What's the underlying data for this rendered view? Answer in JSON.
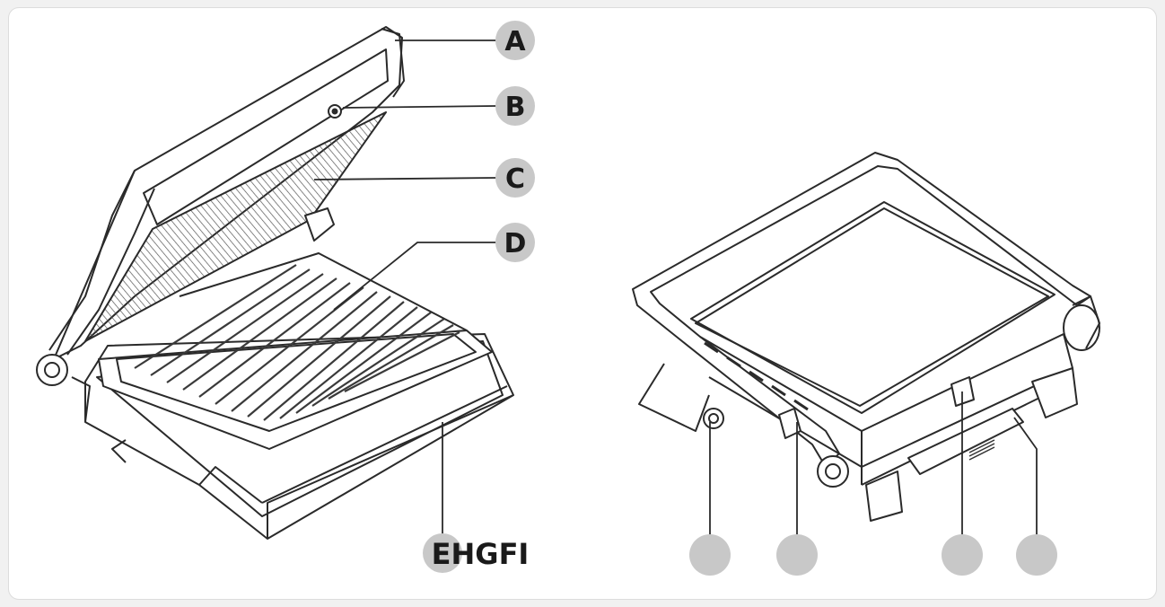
{
  "labels": {
    "a": "A",
    "b": "B",
    "c": "C",
    "d": "D",
    "bottom": "EHGFI"
  },
  "colors": {
    "line": "#2a2a2a",
    "circle": "#c8c8c8",
    "panel": "#ffffff",
    "background": "#f1f1f1"
  }
}
